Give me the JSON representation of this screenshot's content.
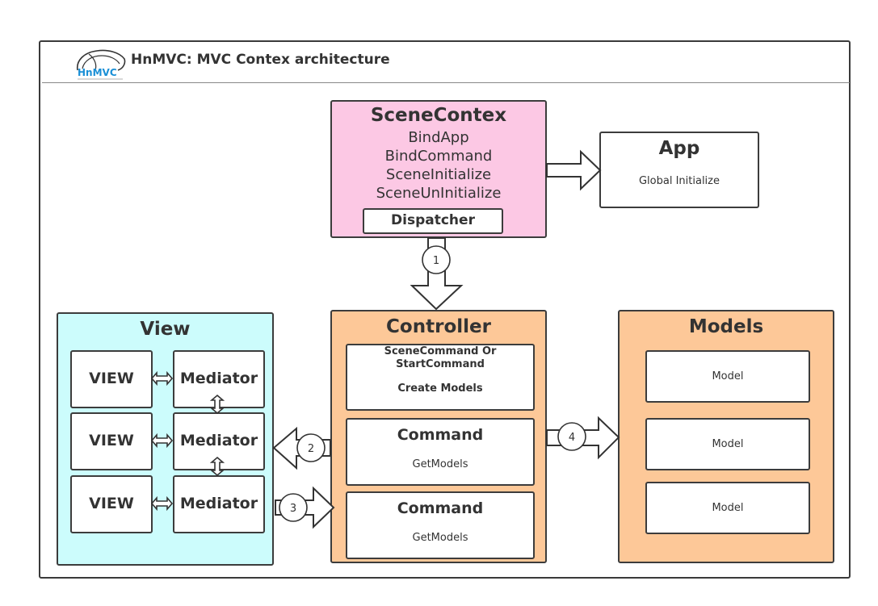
{
  "header": {
    "logo_text": "HnMVC",
    "title": "HnMVC: MVC Contex architecture"
  },
  "scene_contex": {
    "title": "SceneContex",
    "items": [
      "BindApp",
      "BindCommand",
      "SceneInitialize",
      "SceneUnInitialize"
    ],
    "dispatcher": "Dispatcher"
  },
  "app": {
    "title": "App",
    "subtitle": "Global Initialize"
  },
  "view": {
    "title": "View",
    "rows": [
      {
        "view": "VIEW",
        "mediator": "Mediator"
      },
      {
        "view": "VIEW",
        "mediator": "Mediator"
      },
      {
        "view": "VIEW",
        "mediator": "Mediator"
      }
    ]
  },
  "controller": {
    "title": "Controller",
    "start": {
      "line1": "SceneCommand Or",
      "line2": "StartCommand",
      "line3": "Create Models"
    },
    "commands": [
      {
        "title": "Command",
        "subtitle": "GetModels"
      },
      {
        "title": "Command",
        "subtitle": "GetModels"
      }
    ]
  },
  "models": {
    "title": "Models",
    "items": [
      "Model",
      "Model",
      "Model"
    ]
  },
  "flow_steps": [
    "1",
    "2",
    "3",
    "4"
  ],
  "colors": {
    "scene_contex": "#fcc8e4",
    "controller": "#fdc898",
    "models": "#fdc898",
    "view": "#ccfcfc",
    "logo": "#1a8fd6"
  }
}
